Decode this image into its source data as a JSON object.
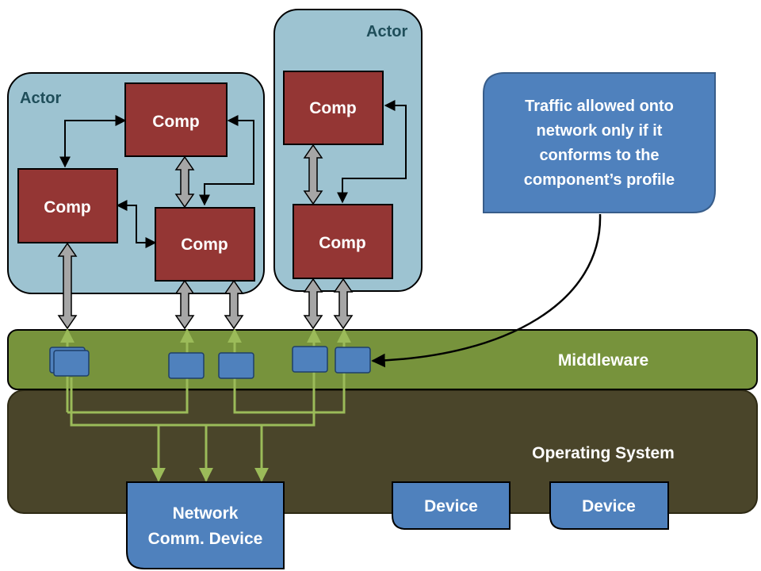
{
  "actors": [
    {
      "label": "Actor"
    },
    {
      "label": "Actor"
    }
  ],
  "components": [
    {
      "label": "Comp"
    },
    {
      "label": "Comp"
    },
    {
      "label": "Comp"
    },
    {
      "label": "Comp"
    },
    {
      "label": "Comp"
    }
  ],
  "layers": {
    "middleware": "Middleware",
    "operating_system": "Operating System"
  },
  "devices": {
    "network_line1": "Network",
    "network_line2": "Comm. Device",
    "device_a": "Device",
    "device_b": "Device"
  },
  "callout": {
    "lines": [
      "Traffic allowed onto",
      "network only if it",
      "conforms to the",
      "component’s profile"
    ]
  },
  "colors": {
    "actor_fill": "#9dc3d1",
    "comp_fill": "#943634",
    "middleware_fill": "#77933c",
    "os_fill": "#4a452a",
    "blue_fill": "#4f81bd",
    "green_line": "#9bbb59",
    "gray_arrow": "#a6a6a6"
  }
}
